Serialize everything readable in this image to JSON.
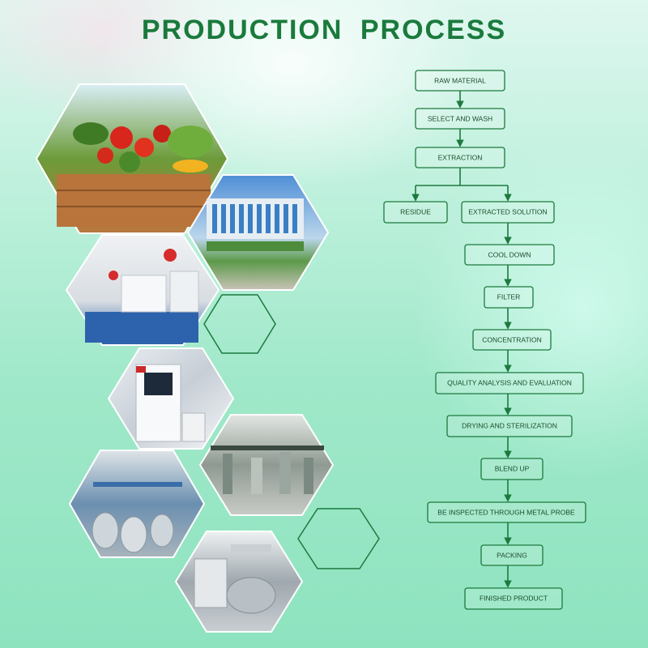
{
  "title": "PRODUCTION PROCESS",
  "colors": {
    "accent": "#1c7a3e",
    "title": "#1a7a3c"
  },
  "steps": {
    "raw_material": "RAW MATERIAL",
    "select_wash": "SELECT AND WASH",
    "extraction": "EXTRACTION",
    "residue": "RESIDUE",
    "extracted_solution": "EXTRACTED SOLUTION",
    "cool_down": "COOL DOWN",
    "filter": "FILTER",
    "concentration": "CONCENTRATION",
    "quality": "QUALITY ANALYSIS AND EVALUATION",
    "drying": "DRYING AND STERILIZATION",
    "blend": "BLEND UP",
    "inspect": "BE INSPECTED THROUGH METAL PROBE",
    "packing": "PACKING",
    "finished": "FINISHED PRODUCT"
  },
  "photos": [
    "vegetables-photo",
    "factory-building-photo",
    "laboratory-photo",
    "lab-instrument-photo",
    "workshop-photo",
    "extraction-tanks-photo",
    "dryer-equipment-photo"
  ]
}
